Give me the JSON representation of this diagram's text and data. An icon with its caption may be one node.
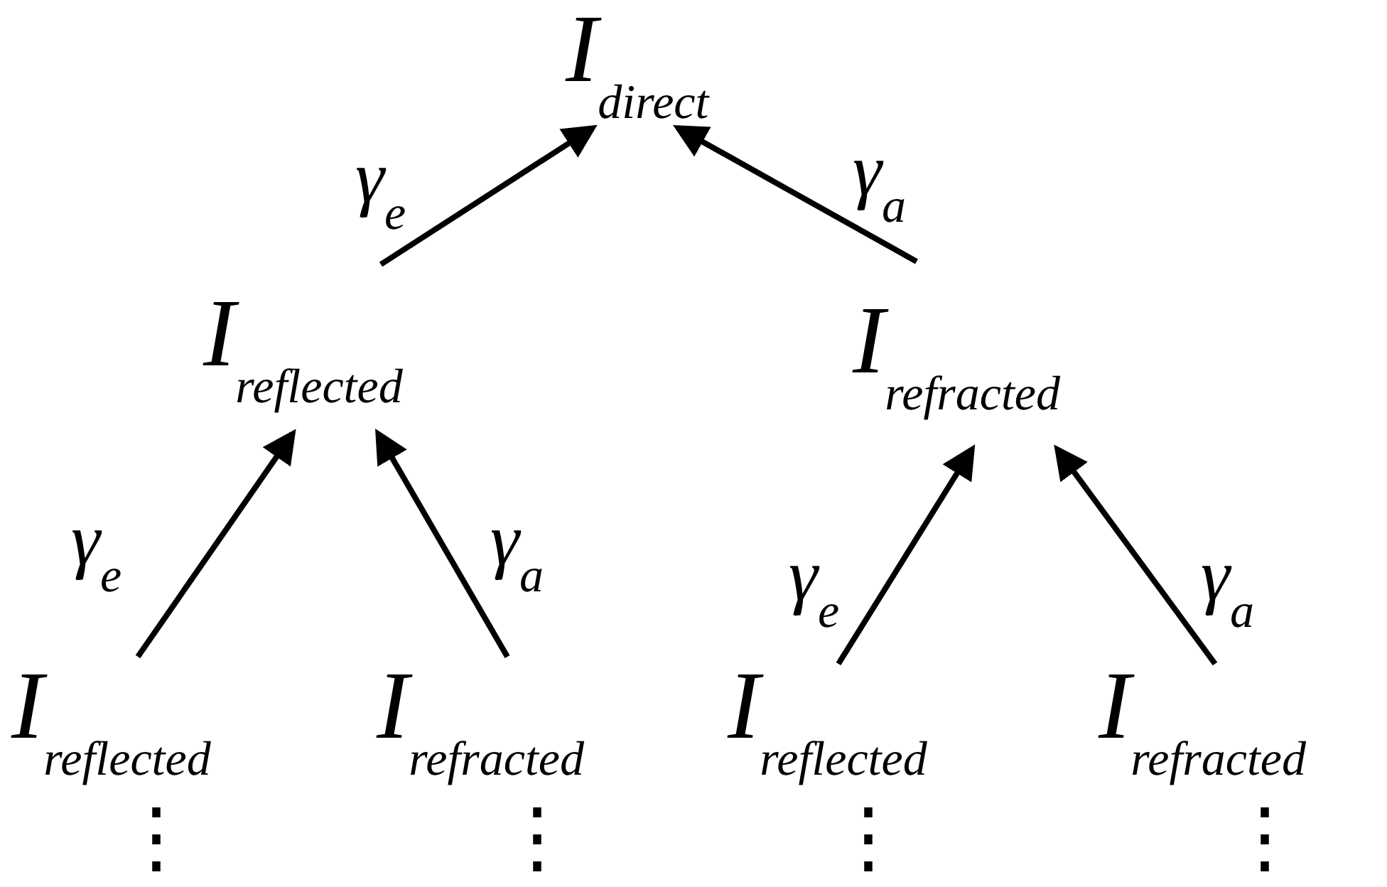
{
  "diagram": {
    "nodes": [
      {
        "text": [
          "I$_{direct}$"
        ]
      },
      {
        "text": [
          "I$_{reflected}$"
        ]
      },
      {
        "text": [
          "I$_{refracted}$"
        ]
      },
      {
        "text": [
          "I$_{reflected}$"
        ]
      },
      {
        "text": [
          "I$_{refracted}$"
        ]
      },
      {
        "text": [
          "I$_{reflected}$"
        ]
      },
      {
        "text": [
          "I$_{refracted}$"
        ]
      }
    ],
    "edges": [
      {
        "from": 1,
        "to": 0,
        "arrow": "to",
        "label": "γ$_{e}$"
      },
      {
        "from": 2,
        "to": 0,
        "arrow": "to",
        "label": "γ$_{a}$"
      },
      {
        "from": 3,
        "to": 1,
        "arrow": "to",
        "label": "γ$_{e}$"
      },
      {
        "from": 4,
        "to": 1,
        "arrow": "to",
        "label": "γ$_{a}$"
      },
      {
        "from": 5,
        "to": 2,
        "arrow": "to",
        "label": "γ$_{e}$"
      },
      {
        "from": 6,
        "to": 2,
        "arrow": "to",
        "label": "γ$_{a}$"
      }
    ],
    "labels": [
      "⋮",
      "⋮",
      "⋮",
      "⋮"
    ]
  }
}
